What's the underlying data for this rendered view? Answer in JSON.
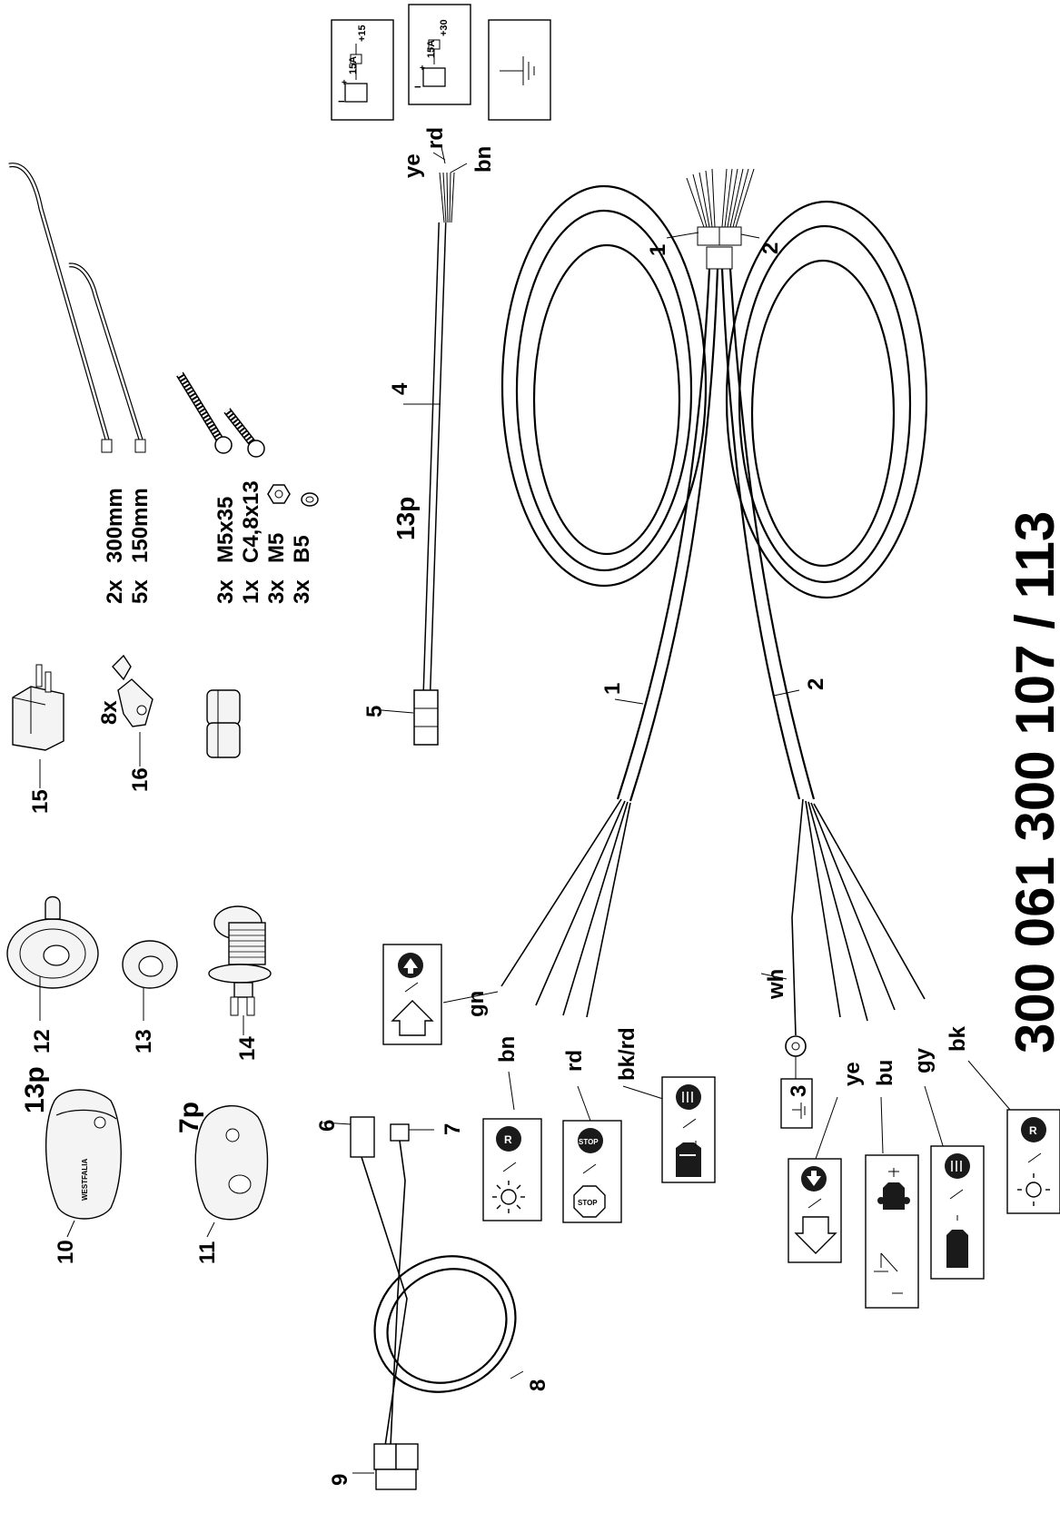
{
  "doc_number": "300 061 300 107 / 113",
  "wire_callouts": [
    "1",
    "2",
    "1",
    "2"
  ],
  "harness_13p": {
    "label": "13p",
    "callout_cable": "4",
    "callout_plug": "5",
    "wires": [
      "ye",
      "rd",
      "bn"
    ]
  },
  "supply_symbols": {
    "ignition": {
      "fuse": "15A",
      "terminal": "+15"
    },
    "permanent": {
      "fuse": "15A",
      "terminal": "+30"
    }
  },
  "fasteners": {
    "ties": [
      {
        "qty": "2x",
        "size": "300mm"
      },
      {
        "qty": "5x",
        "size": "150mm"
      }
    ],
    "screws": [
      {
        "qty": "3x",
        "size": "M5x35"
      },
      {
        "qty": "1x",
        "size": "C4,8x13"
      },
      {
        "qty": "3x",
        "size": "M5"
      },
      {
        "qty": "3x",
        "size": "B5"
      }
    ]
  },
  "parts": {
    "p15": "15",
    "p16": "16",
    "qty16": "8x",
    "p12": "12",
    "p13": "13",
    "p14": "14",
    "p10": "10",
    "p11": "11",
    "plug13": "13p",
    "plug7": "7p",
    "brand": "WESTFALIA",
    "p6": "6",
    "p7": "7",
    "p8": "8",
    "p9": "9"
  },
  "loom_left_wires": [
    "gn",
    "bn",
    "rd",
    "bk/rd"
  ],
  "loom_right_wires": [
    "wh",
    "ye",
    "bu",
    "gy",
    "bk"
  ],
  "ground_label": "3",
  "symbol_text": {
    "stop": "STOP",
    "rear": "R"
  }
}
